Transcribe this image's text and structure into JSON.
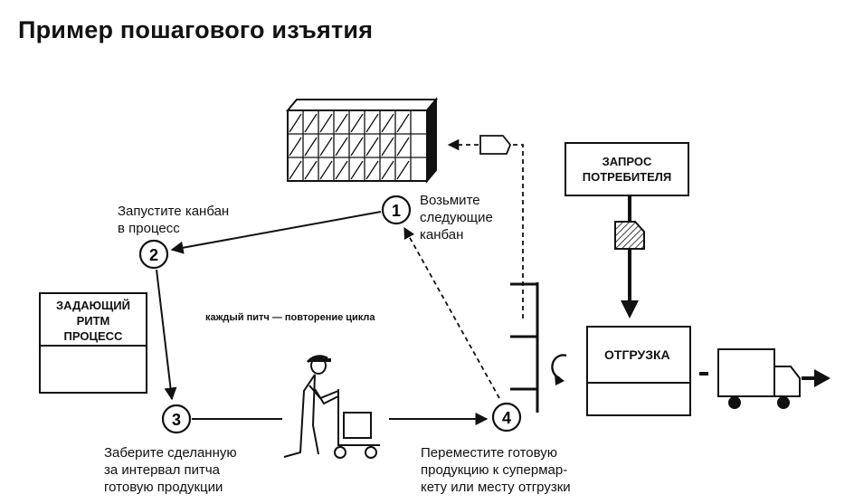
{
  "title": "Пример пошагового изъятия",
  "steps": [
    {
      "num": "1",
      "label": "Возьмите\nследующие\nканбан"
    },
    {
      "num": "2",
      "label": "Запустите  канбан\nв процесс"
    },
    {
      "num": "3",
      "label": "Заберите сделанную\nза интервал питча\nготовую продукции"
    },
    {
      "num": "4",
      "label": "Переместите готовую\nпродукцию к супермар-\nкету или месту отгрузки"
    }
  ],
  "cycle_note": "каждый питч — повторение цикла",
  "pacemaker_box": {
    "label": "ЗАДАЮЩИЙ\nРИТМ\nПРОЦЕСС"
  },
  "customer_box": {
    "label": "ЗАПРОС\nПОТРЕБИТЕЛЯ"
  },
  "shipping_box": {
    "label": "ОТГРУЗКА"
  },
  "icons": [
    "heijunka-box-icon",
    "kanban-card-icon",
    "production-kanban-icon",
    "supermarket-icon",
    "cycle-arrow-icon",
    "operator-with-cart-icon",
    "truck-icon"
  ]
}
